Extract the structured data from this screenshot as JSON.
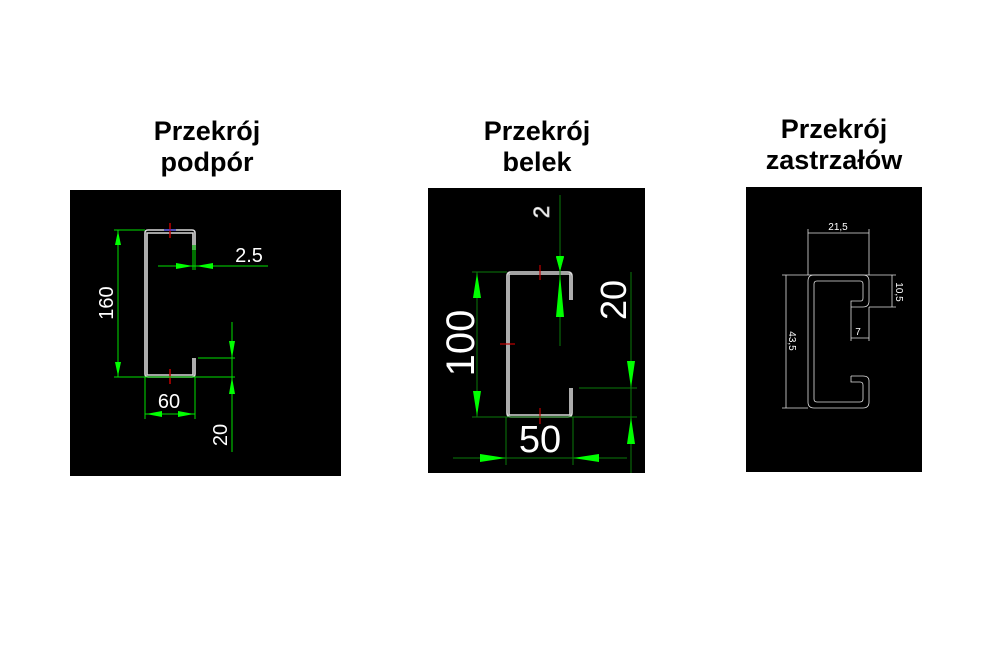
{
  "panels": [
    {
      "title_line1": "Przekrój",
      "title_line2": "podpór",
      "dims": {
        "height": "160",
        "thickness": "2.5",
        "width": "60",
        "lip": "20"
      }
    },
    {
      "title_line1": "Przekrój",
      "title_line2": "belek",
      "dims": {
        "height": "100",
        "thickness": "2",
        "width": "50",
        "lip": "20"
      }
    },
    {
      "title_line1": "Przekrój",
      "title_line2": "zastrzałów",
      "dims": {
        "height": "43,5",
        "width": "21,5",
        "lip": "10,5",
        "opening": "7"
      }
    }
  ],
  "colors": {
    "background": "#000000",
    "dimension": "#00ff00",
    "profile": "#d8d8d8"
  }
}
